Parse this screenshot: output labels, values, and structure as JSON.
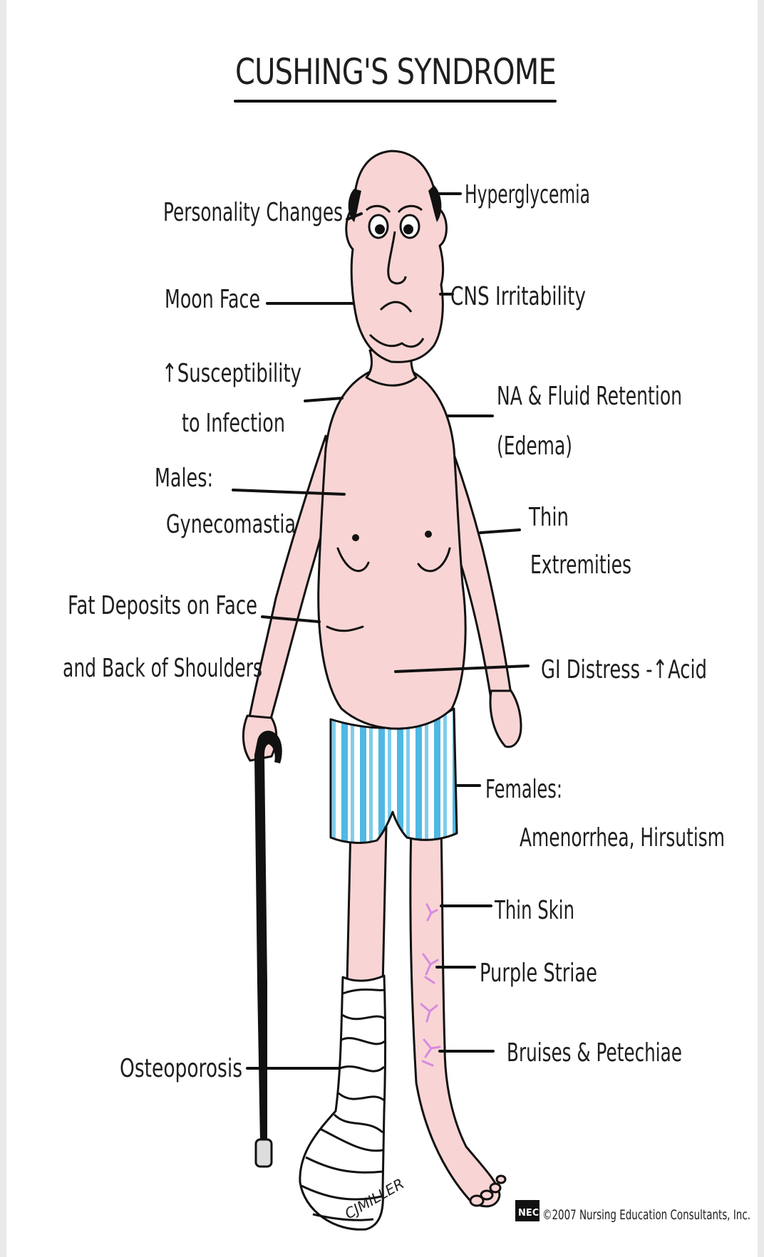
{
  "title": "CUSHING'S SYNDROME",
  "labels": {
    "personality": "Personality Changes",
    "hyperglycemia": "Hyperglycemia",
    "moon_face": "Moon Face",
    "cns": "CNS Irritability",
    "susceptibility_1": "↑Susceptibility",
    "susceptibility_2": "to Infection",
    "na_fluid_1": "NA & Fluid Retention",
    "na_fluid_2": "(Edema)",
    "males_1": "Males:",
    "males_2": "Gynecomastia",
    "thin_ext_1": "Thin",
    "thin_ext_2": "Extremities",
    "fat_1": "Fat Deposits on Face",
    "fat_2": "and Back of Shoulders",
    "gi": "GI Distress -↑Acid",
    "females_1": "Females:",
    "females_2": "Amenorrhea, Hirsutism",
    "thin_skin": "Thin Skin",
    "striae": "Purple Striae",
    "bruises": "Bruises & Petechiae",
    "osteoporosis": "Osteoporosis"
  },
  "signature": "CJMILLER",
  "credit": {
    "logo": "NEC",
    "text": "©2007 Nursing Education Consultants, Inc."
  },
  "colors": {
    "skin": "#f8d5d4",
    "shorts_stripe": "#4fb8e3",
    "striae": "#d68ae0",
    "ink": "#111111"
  }
}
